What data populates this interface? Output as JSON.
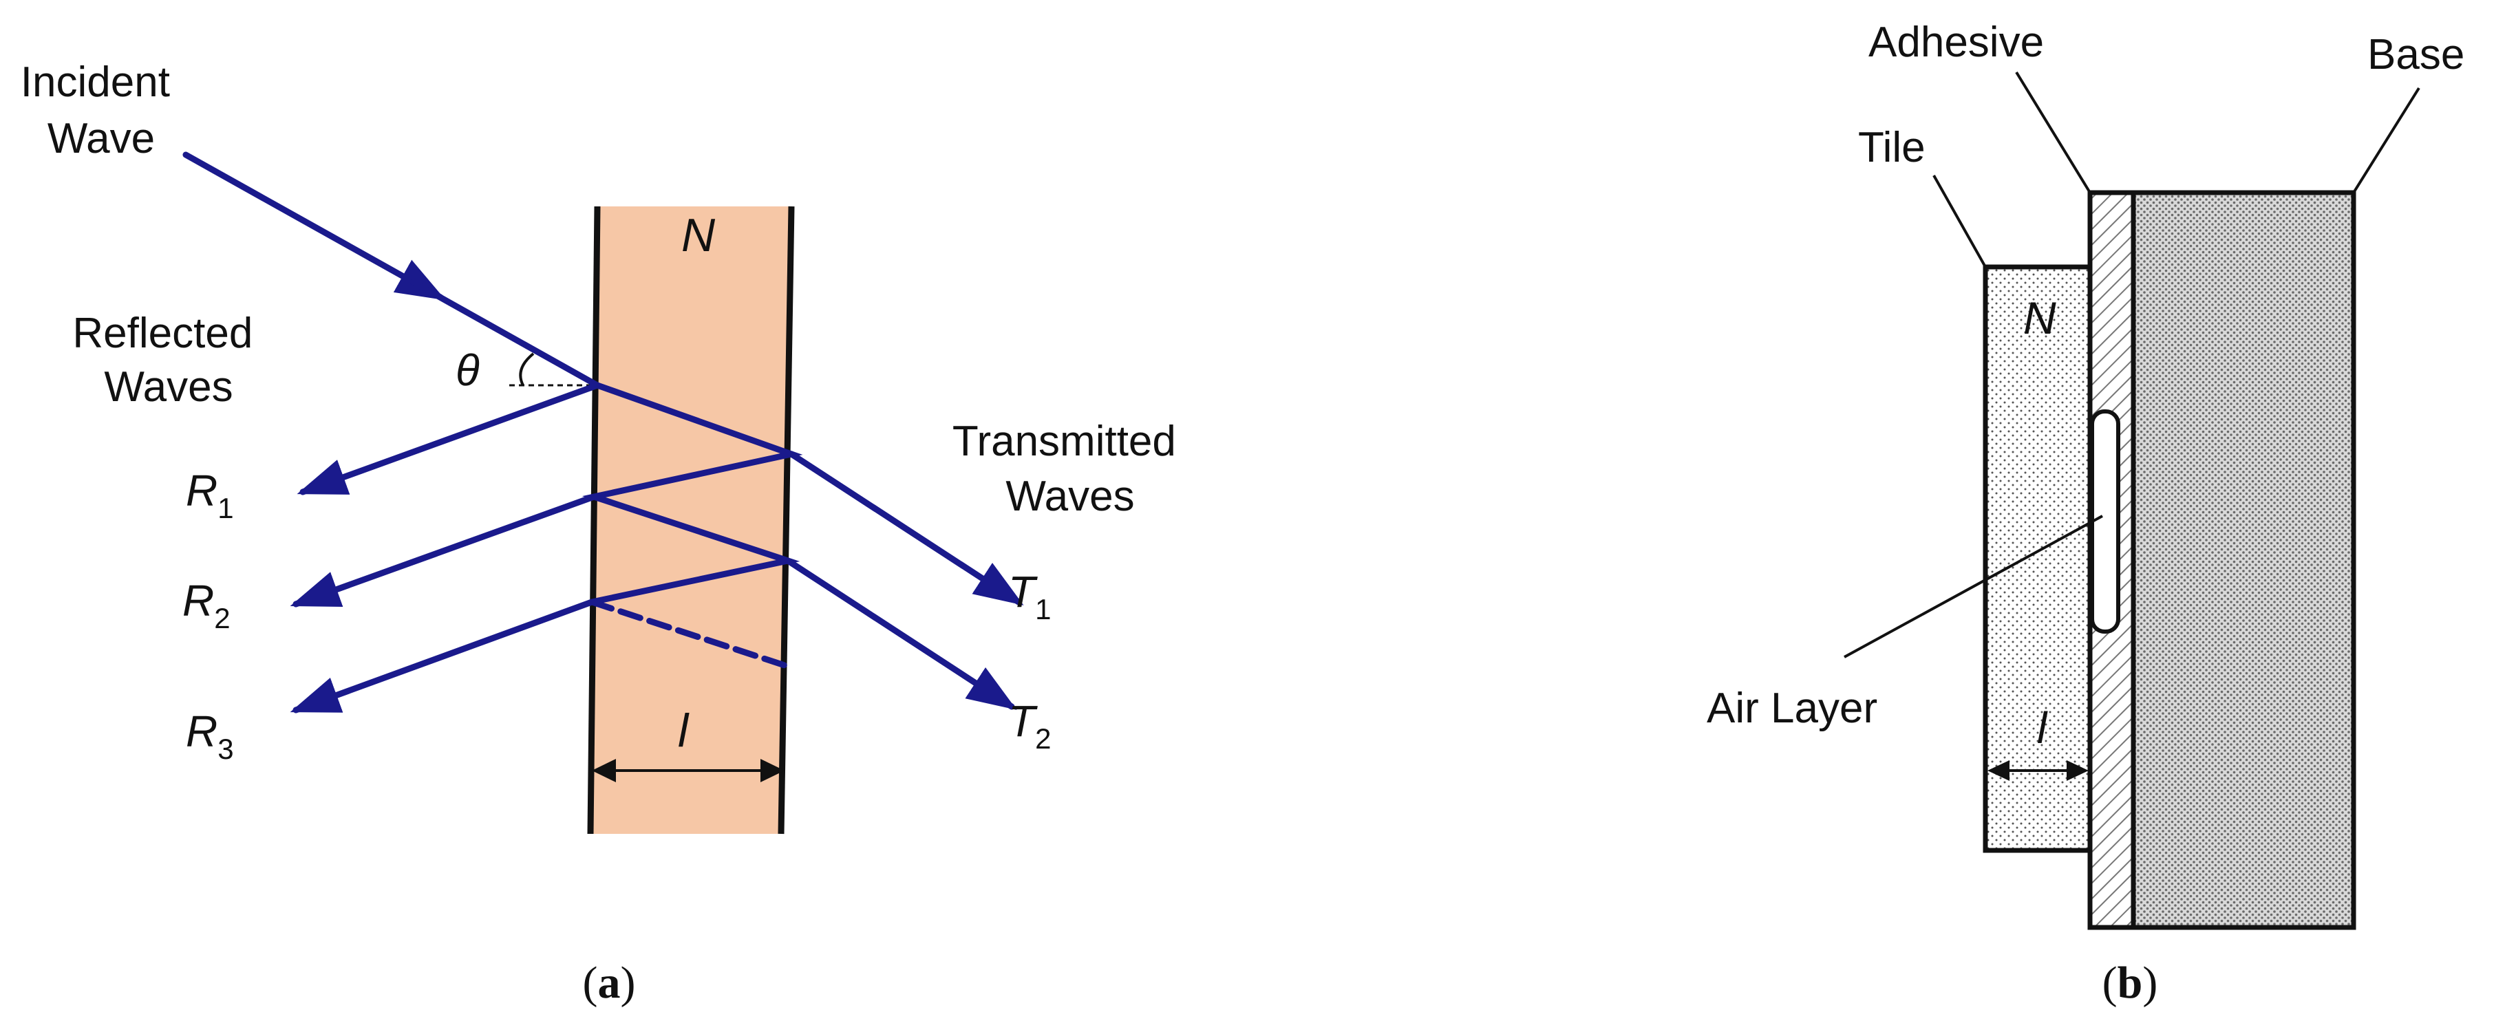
{
  "panel_a": {
    "incident_label": [
      "Incident",
      "Wave"
    ],
    "reflected_label": [
      "Reflected",
      "Waves"
    ],
    "transmitted_label": [
      "Transmitted",
      "Waves"
    ],
    "medium_label": "N",
    "angle_label": "θ",
    "thickness_label": "l",
    "reflected": [
      {
        "letter": "R",
        "sub": "1"
      },
      {
        "letter": "R",
        "sub": "2"
      },
      {
        "letter": "R",
        "sub": "3"
      }
    ],
    "transmitted": [
      {
        "letter": "T",
        "sub": "1"
      },
      {
        "letter": "T",
        "sub": "2"
      }
    ],
    "caption": {
      "open": "(",
      "letter": "a",
      "close": ")"
    }
  },
  "panel_b": {
    "adhesive_label": "Adhesive",
    "base_label": "Base",
    "tile_label": "Tile",
    "medium_label": "N",
    "air_layer_label": "Air Layer",
    "thickness_label": "l",
    "caption": {
      "open": "(",
      "letter": "b",
      "close": ")"
    }
  },
  "colors": {
    "wave": "#1a1a8c",
    "slab": "#f6c7a6",
    "outline": "#111111"
  }
}
